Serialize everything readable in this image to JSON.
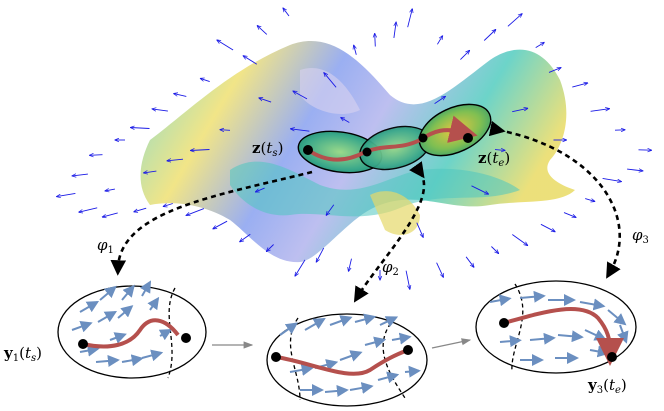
{
  "labels": {
    "z_start": {
      "main": "z",
      "open": "(",
      "var": "t",
      "sub": "s",
      "close": ")"
    },
    "z_end": {
      "main": "z",
      "open": "(",
      "var": "t",
      "sub": "e",
      "close": ")"
    },
    "y1_start": {
      "main": "y",
      "idx": "1",
      "open": "(",
      "var": "t",
      "sub": "s",
      "close": ")"
    },
    "y3_end": {
      "main": "y",
      "idx": "3",
      "open": "(",
      "var": "t",
      "sub": "e",
      "close": ")"
    },
    "phi1": {
      "sym": "φ",
      "idx": "1"
    },
    "phi2": {
      "sym": "φ",
      "idx": "2"
    },
    "phi3": {
      "sym": "φ",
      "idx": "3"
    }
  },
  "colors": {
    "trajectory": "#b5504d",
    "local_arrows": "#6b8fc0",
    "field_arrows": "#1a1ae6",
    "surface_yellow": "#f3e36a",
    "surface_cyan": "#63d2c8",
    "surface_blue": "#8c9cf0",
    "chart_green": "#2aa876",
    "link_arrows": "#888888"
  }
}
